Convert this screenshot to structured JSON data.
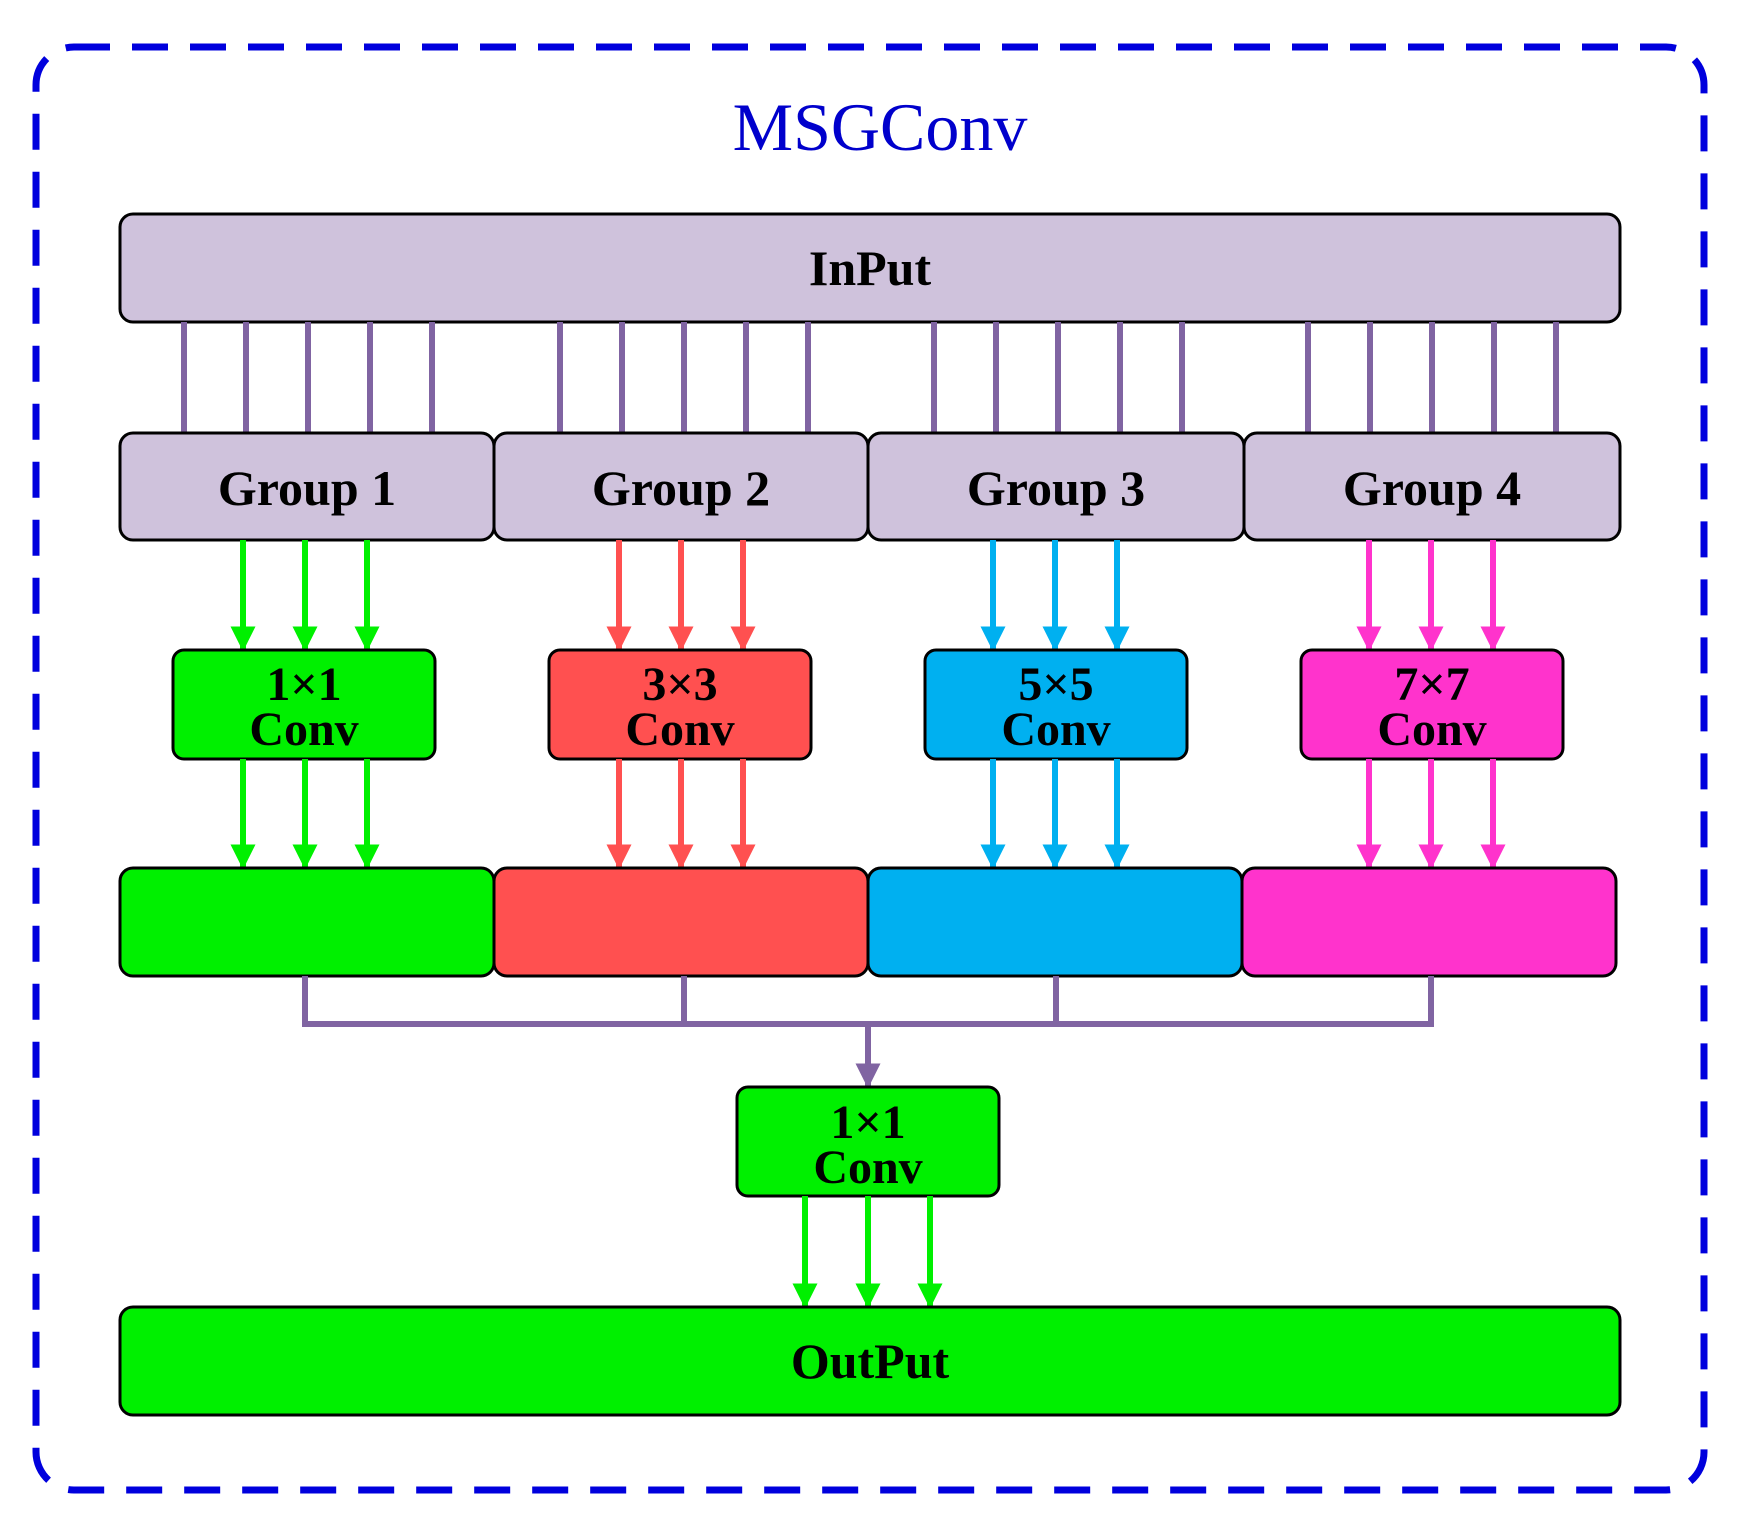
{
  "title": "MSGConv",
  "input_label": "InPut",
  "output_label": "OutPut",
  "groups": [
    {
      "label": "Group 1",
      "kernel": "1×1",
      "conv": "Conv",
      "color": "#00f000"
    },
    {
      "label": "Group 2",
      "kernel": "3×3",
      "conv": "Conv",
      "color": "#ff5050"
    },
    {
      "label": "Group 3",
      "kernel": "5×5",
      "conv": "Conv",
      "color": "#00b0f0"
    },
    {
      "label": "Group 4",
      "kernel": "7×7",
      "conv": "Conv",
      "color": "#ff33cc"
    }
  ],
  "final_conv": {
    "kernel": "1×1",
    "conv": "Conv",
    "color": "#00f000"
  },
  "colors": {
    "frame": "#0000dd",
    "lavender": "#cfc2dc",
    "connector": "#8064a2",
    "output": "#00f000"
  }
}
